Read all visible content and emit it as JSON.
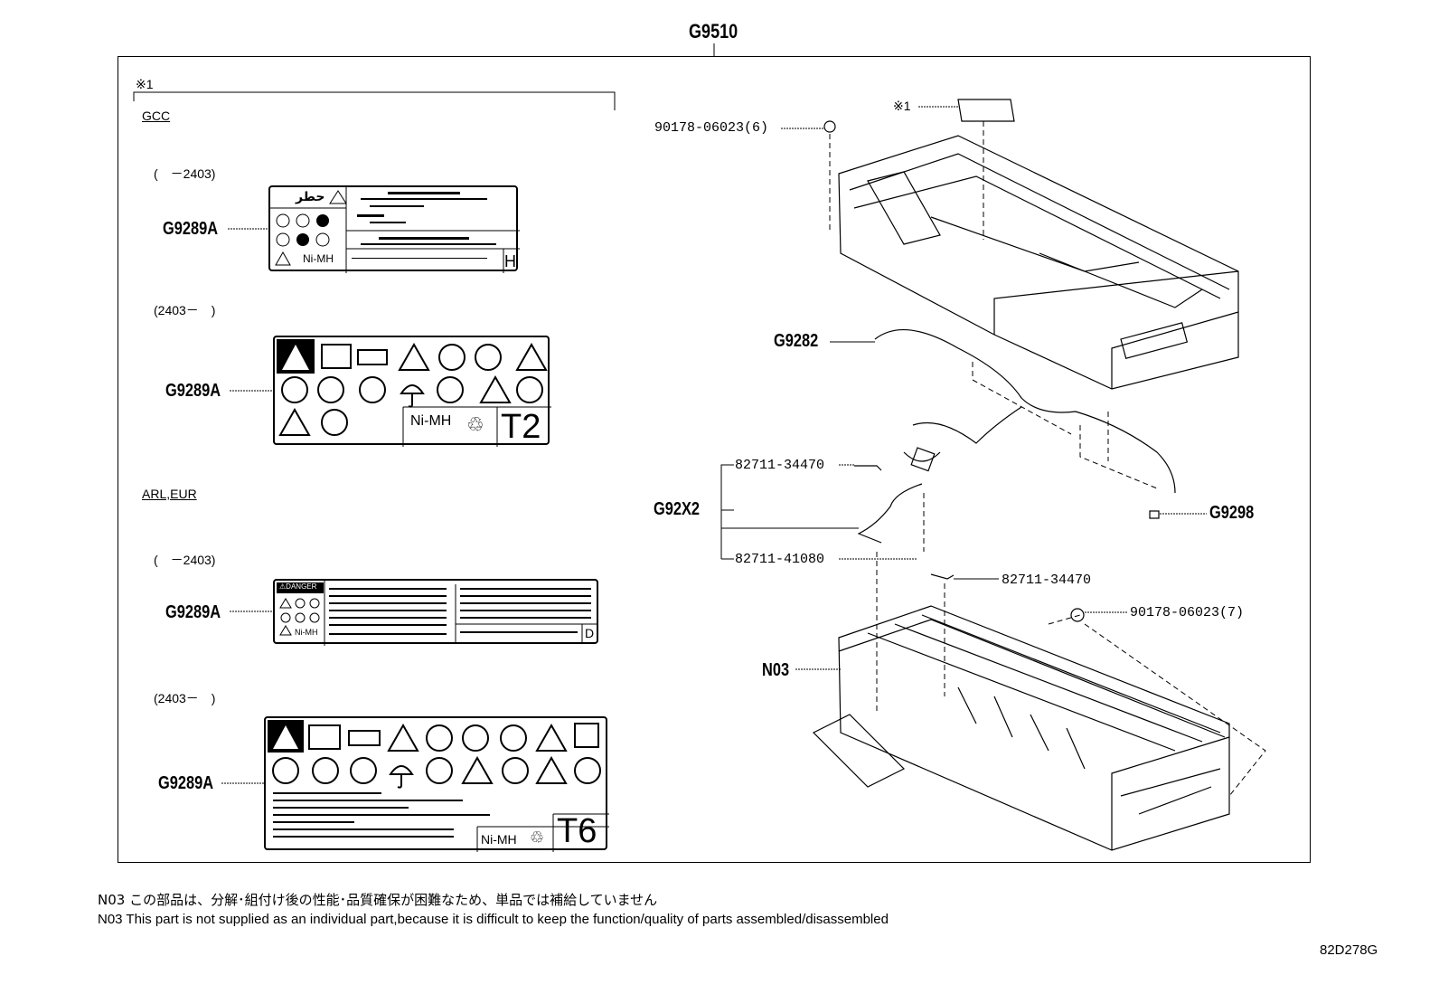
{
  "assembly_code": "G9510",
  "note_marker": "※1",
  "regions": {
    "gcc": "GCC",
    "arl_eur": "ARL,EUR"
  },
  "labels": [
    {
      "code": "G9289A",
      "period": "(　－2403)"
    },
    {
      "code": "G9289A",
      "period": "(2403－　)"
    },
    {
      "code": "G9289A",
      "period": "(　－2403)"
    },
    {
      "code": "G9289A",
      "period": "(2403－　)"
    }
  ],
  "label_text": {
    "nimh": "Ni-MH",
    "danger": "⚠DANGER",
    "arabic_warning": "حطر",
    "t2": "T2",
    "t6": "T6",
    "h": "H",
    "d": "D"
  },
  "callouts": {
    "nut_upper": "90178-06023(6)",
    "cover_note": "※1",
    "harness": "G9282",
    "group": "G92X2",
    "part_a": "82711-34470",
    "part_b": "82711-41080",
    "part_c": "82711-34470",
    "sensor": "G9298",
    "nut_lower": "90178-06023(7)",
    "battery": "N03"
  },
  "notes": {
    "jp": "N03 この部品は、分解･組付け後の性能･品質確保が困難なため、単品では補給していません",
    "en": "N03 This part is not supplied as an  individual part,because it is difficult to keep the function/quality of parts assembled/disassembled"
  },
  "drawing_id": "82D278G"
}
